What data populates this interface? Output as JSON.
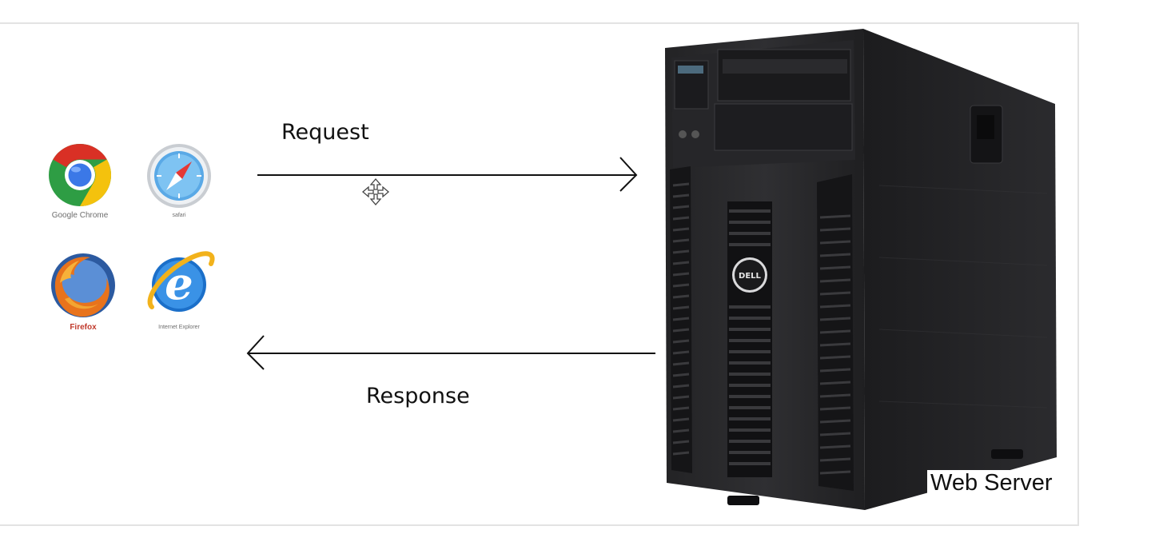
{
  "browsers": [
    {
      "name": "Google Chrome",
      "icon": "chrome-icon"
    },
    {
      "name": "safari",
      "icon": "safari-icon"
    },
    {
      "name": "Firefox",
      "icon": "firefox-icon"
    },
    {
      "name": "Internet Explorer",
      "icon": "internet-explorer-icon"
    }
  ],
  "arrows": {
    "request_label": "Request",
    "response_label": "Response"
  },
  "server": {
    "label": "Web Server",
    "brand": "DELL"
  }
}
